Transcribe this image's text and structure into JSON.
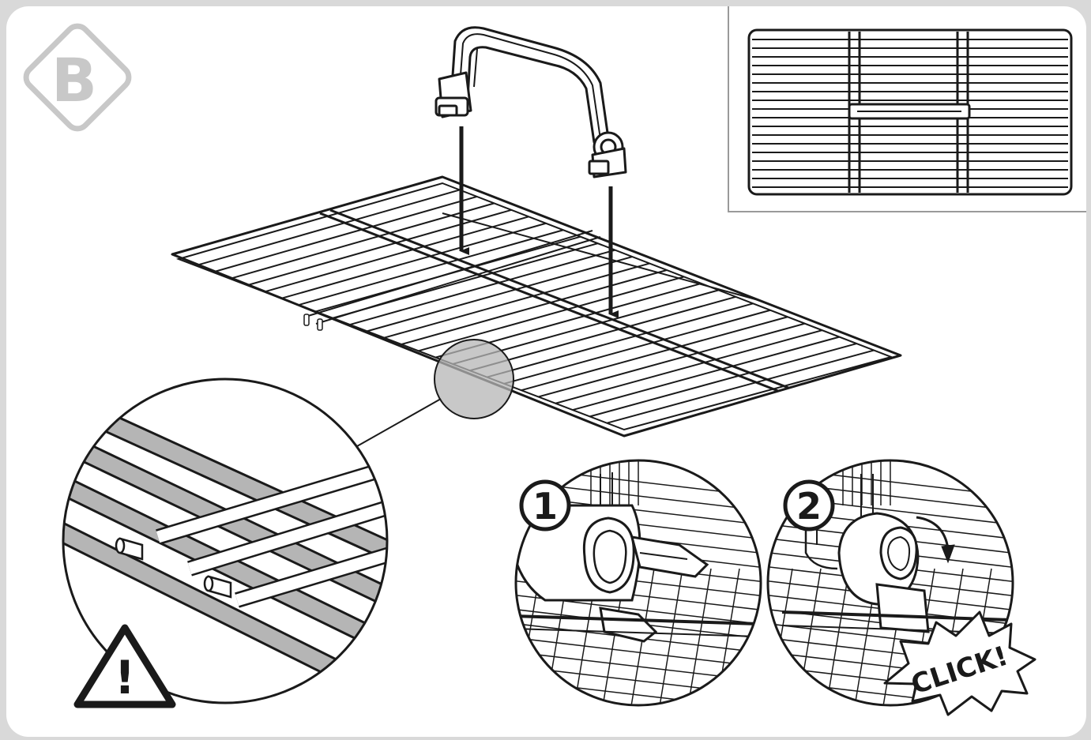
{
  "step_badge": {
    "letter": "B"
  },
  "steps": [
    {
      "number": "1"
    },
    {
      "number": "2"
    }
  ],
  "click_label": "CLICK!",
  "warning": {
    "symbol": "!"
  },
  "colors": {
    "background": "#d9d9d9",
    "panel": "#ffffff",
    "line": "#1a1a1a",
    "highlight": "#b5b5b5",
    "badge": "#c8c8c8"
  }
}
